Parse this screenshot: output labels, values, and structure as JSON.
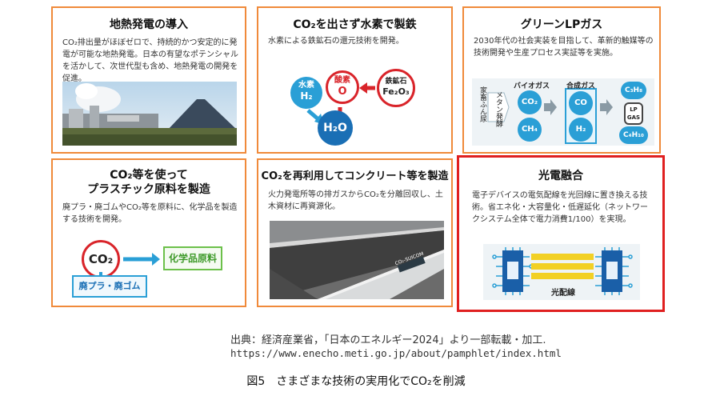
{
  "cards": {
    "geothermal": {
      "title": "地熱発電の導入",
      "description": "CO₂排出量がほぼゼロで、持続的かつ安定的に発電が可能な地熱発電。日本の有望なポテンシャルを活かして、次世代型も含め、地熱発電の開発を促進。"
    },
    "hydrogen_steel": {
      "title": "CO₂を出さず水素で製鉄",
      "description": "水素による鉄鉱石の還元技術を開発。",
      "hydrogen_label": "水素",
      "hydrogen_formula": "H₂",
      "oxygen_label": "酸素",
      "oxygen_formula": "O",
      "iron_ore_label": "鉄鉱石",
      "iron_ore_formula": "Fe₂O₃",
      "water_formula": "H₂O"
    },
    "green_lp_gas": {
      "title": "グリーンLPガス",
      "description": "2030年代の社会実装を目指して、革新的触媒等の技術開発や生産プロセス実証等を実施。",
      "source_label": "家畜ふん尿",
      "process_label": "メタン発酵",
      "biogas_label": "バイオガス",
      "synthesis_label": "合成ガス",
      "biogas_items": [
        "CO₂",
        "CH₄"
      ],
      "synthesis_items": [
        "CO",
        "H₂"
      ],
      "products": [
        "C₃H₈",
        "C₄H₁₀"
      ],
      "tank_label_1": "LP",
      "tank_label_2": "GAS"
    },
    "plastics": {
      "title_line1": "CO₂等を使って",
      "title_line2": "プラスチック原料を製造",
      "description": "廃プラ・廃ゴムやCO₂等を原料に、化学品を製造する技術を開発。",
      "input_label": "CO₂",
      "output_label": "化学品原料",
      "waste_label": "廃プラ・廃ゴム"
    },
    "concrete": {
      "title": "CO₂を再利用してコンクリート等を製造",
      "description": "火力発電所等の排ガスからCO₂を分離回収し、土木資材に再資源化。",
      "plate_text": "CO₂-SUICOM"
    },
    "photonics": {
      "title": "光電融合",
      "description": "電子デバイスの電気配線を光回線に置き換える技術。省エネ化・大容量化・低遅延化（ネットワークシステム全体で電力消費1/100）を実現。",
      "wire_label": "光配線"
    }
  },
  "source": {
    "line1": "出典：経済産業省，「日本のエネルギー2024」より一部転載・加工.",
    "line2": "https://www.enecho.meti.go.jp/about/pamphlet/index.html"
  },
  "caption": "図5　さまざまな技術の実用化でCO₂を削減",
  "colors": {
    "card_border": "#f08a3a",
    "highlight_border": "#e02020",
    "blue": "#2a9fd6",
    "green": "#6cc04a",
    "red": "#d9242a"
  }
}
